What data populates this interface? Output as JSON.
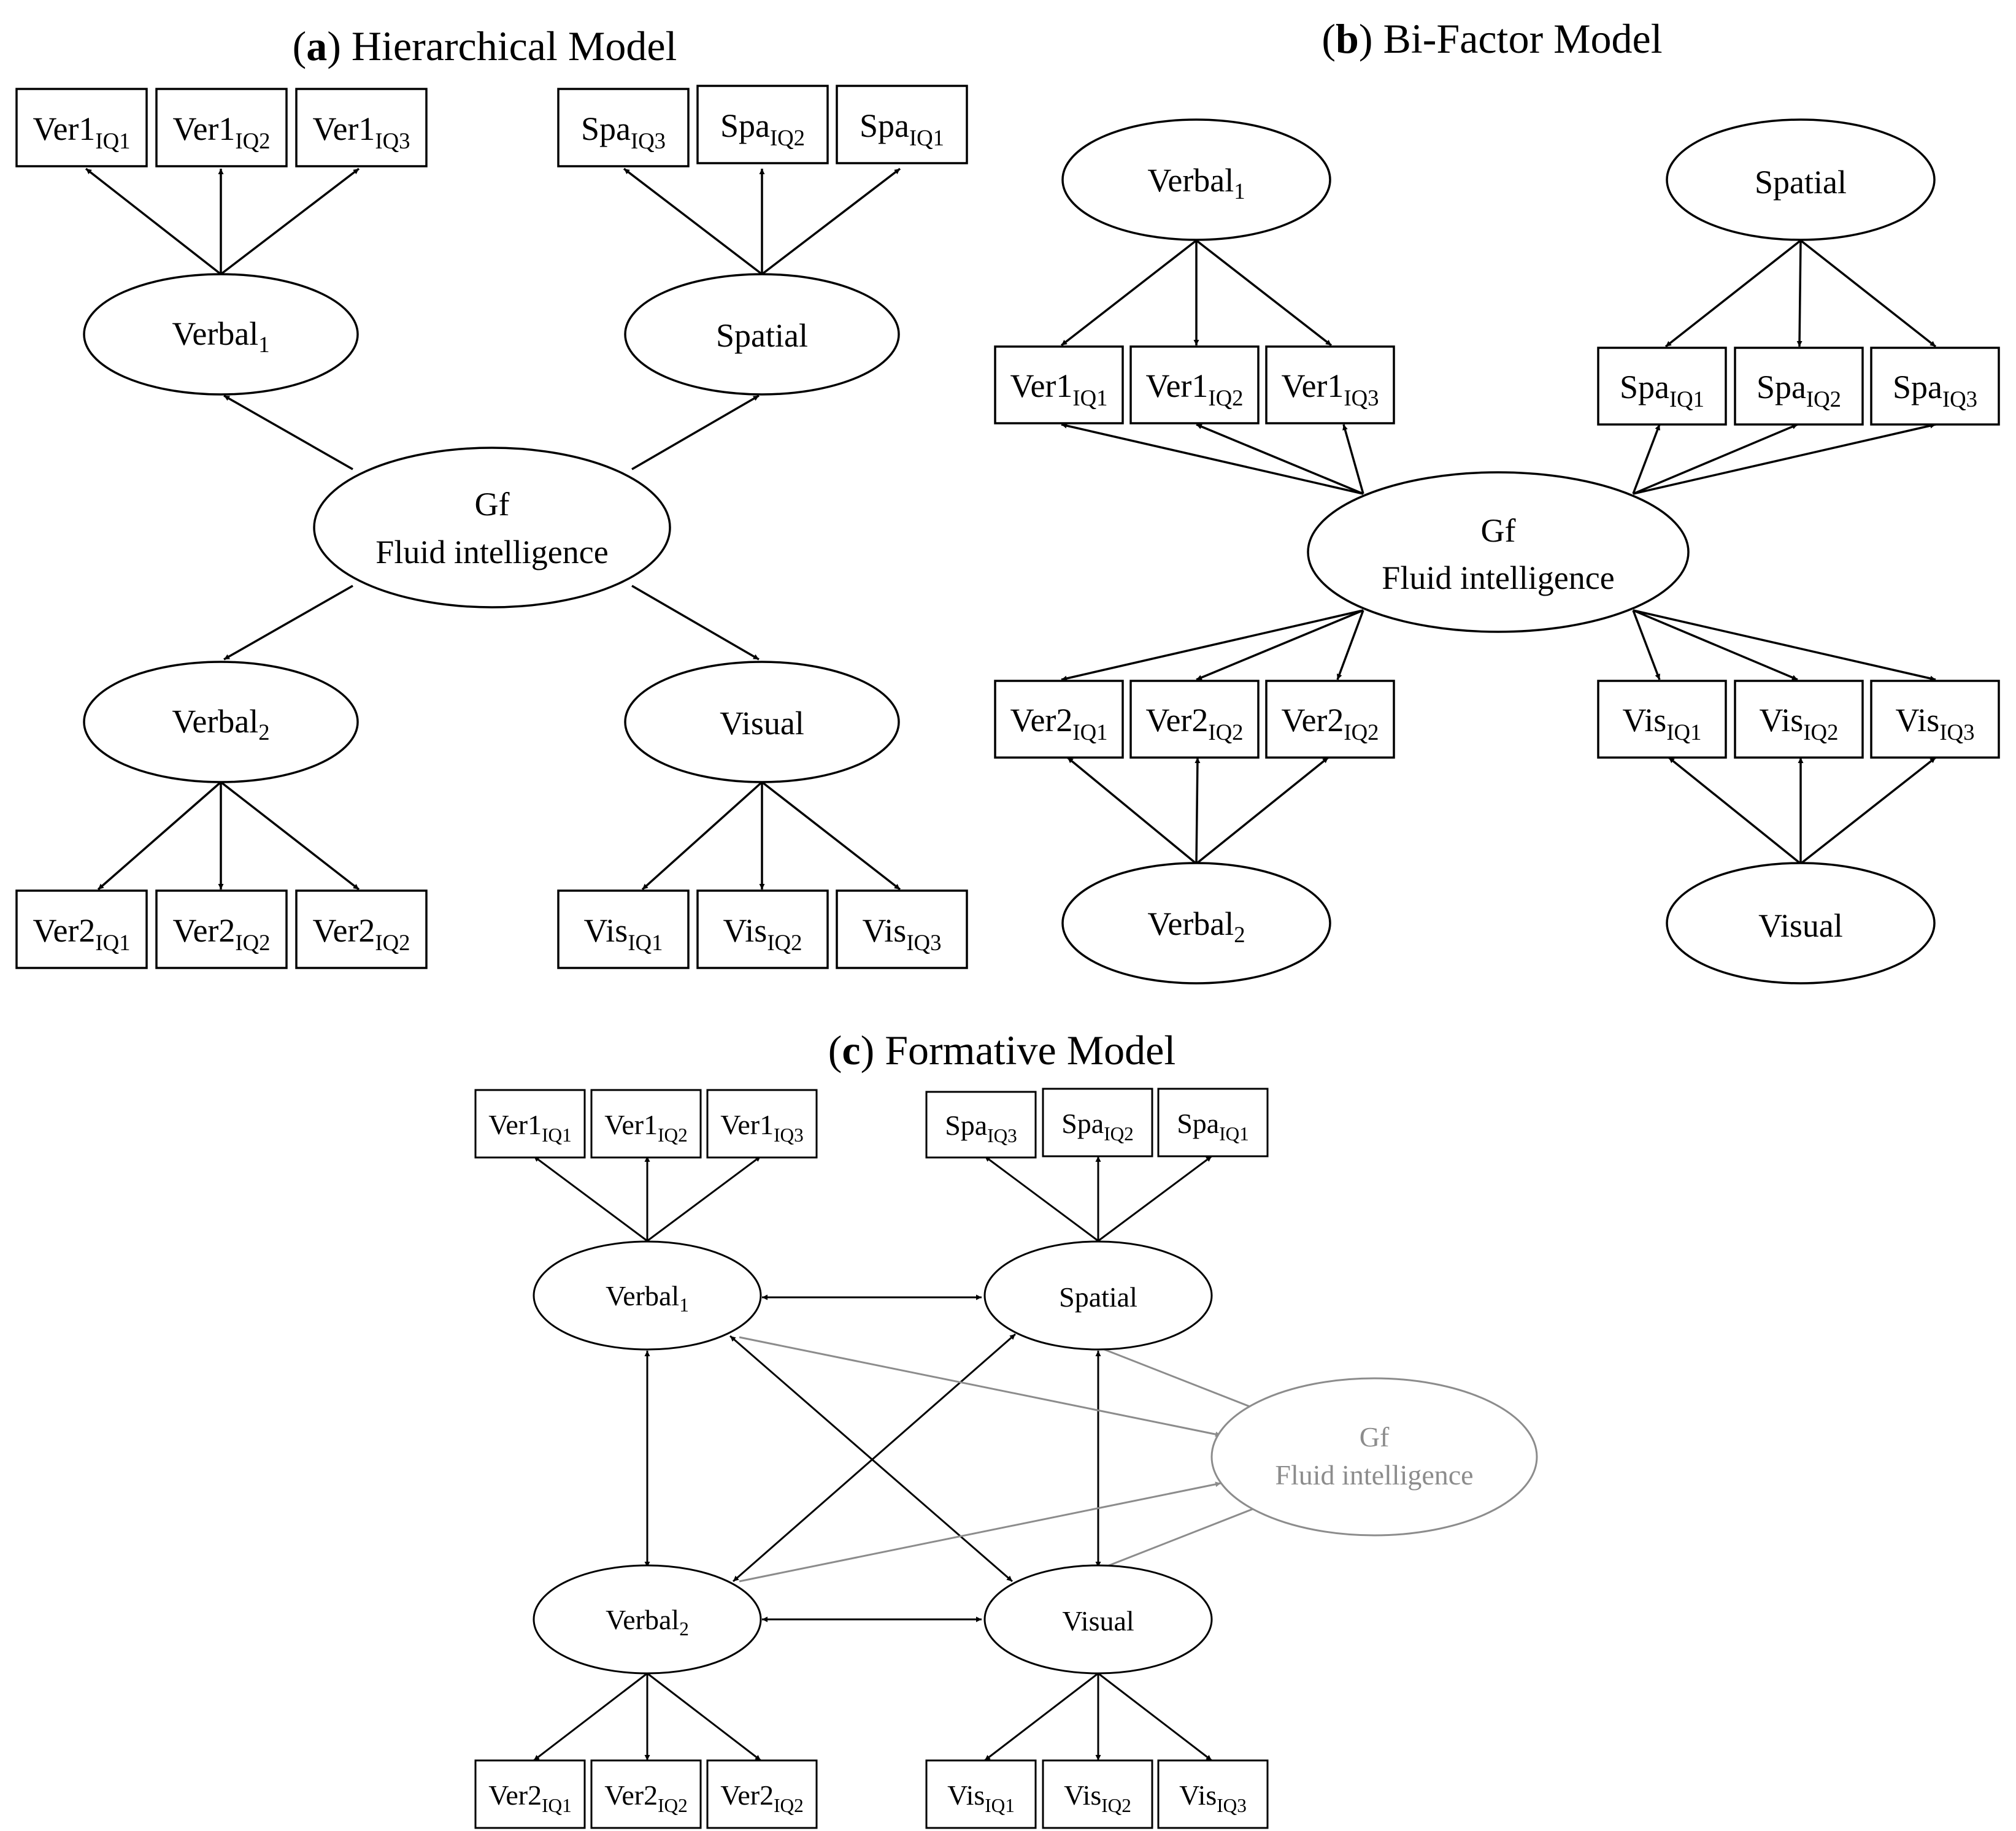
{
  "panels": {
    "a": {
      "letter": "a",
      "title": "Hierarchical Model",
      "latents": {
        "verbal1": {
          "base": "Verbal",
          "sub": "1"
        },
        "spatial": {
          "base": "Spatial",
          "sub": ""
        },
        "verbal2": {
          "base": "Verbal",
          "sub": "2"
        },
        "visual": {
          "base": "Visual",
          "sub": ""
        },
        "gf": {
          "line1": "Gf",
          "line2": "Fluid intelligence"
        }
      },
      "indicators": {
        "ver1": [
          {
            "base": "Ver1",
            "sub": "IQ1"
          },
          {
            "base": "Ver1",
            "sub": "IQ2"
          },
          {
            "base": "Ver1",
            "sub": "IQ3"
          }
        ],
        "spa": [
          {
            "base": "Spa",
            "sub": "IQ3"
          },
          {
            "base": "Spa",
            "sub": "IQ2"
          },
          {
            "base": "Spa",
            "sub": "IQ1"
          }
        ],
        "ver2": [
          {
            "base": "Ver2",
            "sub": "IQ1"
          },
          {
            "base": "Ver2",
            "sub": "IQ2"
          },
          {
            "base": "Ver2",
            "sub": "IQ2"
          }
        ],
        "vis": [
          {
            "base": "Vis",
            "sub": "IQ1"
          },
          {
            "base": "Vis",
            "sub": "IQ2"
          },
          {
            "base": "Vis",
            "sub": "IQ3"
          }
        ]
      }
    },
    "b": {
      "letter": "b",
      "title": "Bi-Factor Model",
      "latents": {
        "verbal1": {
          "base": "Verbal",
          "sub": "1"
        },
        "spatial": {
          "base": "Spatial",
          "sub": ""
        },
        "verbal2": {
          "base": "Verbal",
          "sub": "2"
        },
        "visual": {
          "base": "Visual",
          "sub": ""
        },
        "gf": {
          "line1": "Gf",
          "line2": "Fluid intelligence"
        }
      },
      "indicators": {
        "ver1": [
          {
            "base": "Ver1",
            "sub": "IQ1"
          },
          {
            "base": "Ver1",
            "sub": "IQ2"
          },
          {
            "base": "Ver1",
            "sub": "IQ3"
          }
        ],
        "spa": [
          {
            "base": "Spa",
            "sub": "IQ1"
          },
          {
            "base": "Spa",
            "sub": "IQ2"
          },
          {
            "base": "Spa",
            "sub": "IQ3"
          }
        ],
        "ver2": [
          {
            "base": "Ver2",
            "sub": "IQ1"
          },
          {
            "base": "Ver2",
            "sub": "IQ2"
          },
          {
            "base": "Ver2",
            "sub": "IQ2"
          }
        ],
        "vis": [
          {
            "base": "Vis",
            "sub": "IQ1"
          },
          {
            "base": "Vis",
            "sub": "IQ2"
          },
          {
            "base": "Vis",
            "sub": "IQ3"
          }
        ]
      }
    },
    "c": {
      "letter": "c",
      "title": "Formative Model",
      "latents": {
        "verbal1": {
          "base": "Verbal",
          "sub": "1"
        },
        "spatial": {
          "base": "Spatial",
          "sub": ""
        },
        "verbal2": {
          "base": "Verbal",
          "sub": "2"
        },
        "visual": {
          "base": "Visual",
          "sub": ""
        },
        "gf": {
          "line1": "Gf",
          "line2": "Fluid intelligence"
        }
      },
      "indicators": {
        "ver1": [
          {
            "base": "Ver1",
            "sub": "IQ1"
          },
          {
            "base": "Ver1",
            "sub": "IQ2"
          },
          {
            "base": "Ver1",
            "sub": "IQ3"
          }
        ],
        "spa": [
          {
            "base": "Spa",
            "sub": "IQ3"
          },
          {
            "base": "Spa",
            "sub": "IQ2"
          },
          {
            "base": "Spa",
            "sub": "IQ1"
          }
        ],
        "ver2": [
          {
            "base": "Ver2",
            "sub": "IQ1"
          },
          {
            "base": "Ver2",
            "sub": "IQ2"
          },
          {
            "base": "Ver2",
            "sub": "IQ2"
          }
        ],
        "vis": [
          {
            "base": "Vis",
            "sub": "IQ1"
          },
          {
            "base": "Vis",
            "sub": "IQ2"
          },
          {
            "base": "Vis",
            "sub": "IQ3"
          }
        ]
      }
    }
  },
  "colors": {
    "ink": "#000000",
    "faded": "#8c8c8c",
    "background": "#ffffff"
  }
}
